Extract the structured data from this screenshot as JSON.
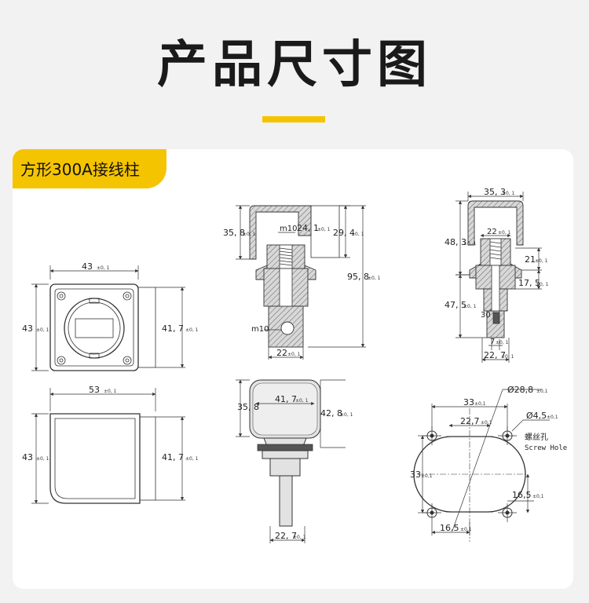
{
  "page": {
    "title": "产品尺寸图"
  },
  "tag": {
    "label": "方形300A接线柱"
  },
  "front_view": {
    "width": "43",
    "height": "43",
    "side_height": "41, 7",
    "tol": "±0, 1"
  },
  "side_view": {
    "width": "53",
    "height": "43",
    "side_height": "41, 7",
    "tol": "±0, 1"
  },
  "section_view": {
    "top_height": "35, 8",
    "bolt_label": "m10",
    "top_inner": "24, 1",
    "right_height": "29, 4",
    "total_height": "95, 8",
    "side_hole": "m10",
    "bottom_width": "22",
    "tol": "±0, 1"
  },
  "section_view_right": {
    "top_width": "35, 3",
    "left_height": "48, 3",
    "inner_width": "22",
    "right_small": "21",
    "right_mid": "17, 5",
    "left_lower": "47, 5",
    "thread_label": "30",
    "bottom_small": "7",
    "bottom_width": "22, 7",
    "tol": "±0, 1"
  },
  "profile_view": {
    "cap_height": "35, 8",
    "cap_width": "41, 7",
    "right_height": "42, 8",
    "bottom_width": "22, 7",
    "tol": "±0, 1"
  },
  "hole_view": {
    "dia_large": "Ø28,8",
    "outer_width": "33",
    "inner_width": "22,7",
    "hole_dia": "Ø4,5",
    "screw_hole_cn": "螺丝孔",
    "screw_hole_en": "Screw Hole",
    "height": "33",
    "right_offset": "16,5",
    "bottom_offset": "16,5",
    "tol": "±0,1"
  },
  "colors": {
    "accent": "#f5c400",
    "card": "#ffffff",
    "background": "#f2f2f2"
  }
}
